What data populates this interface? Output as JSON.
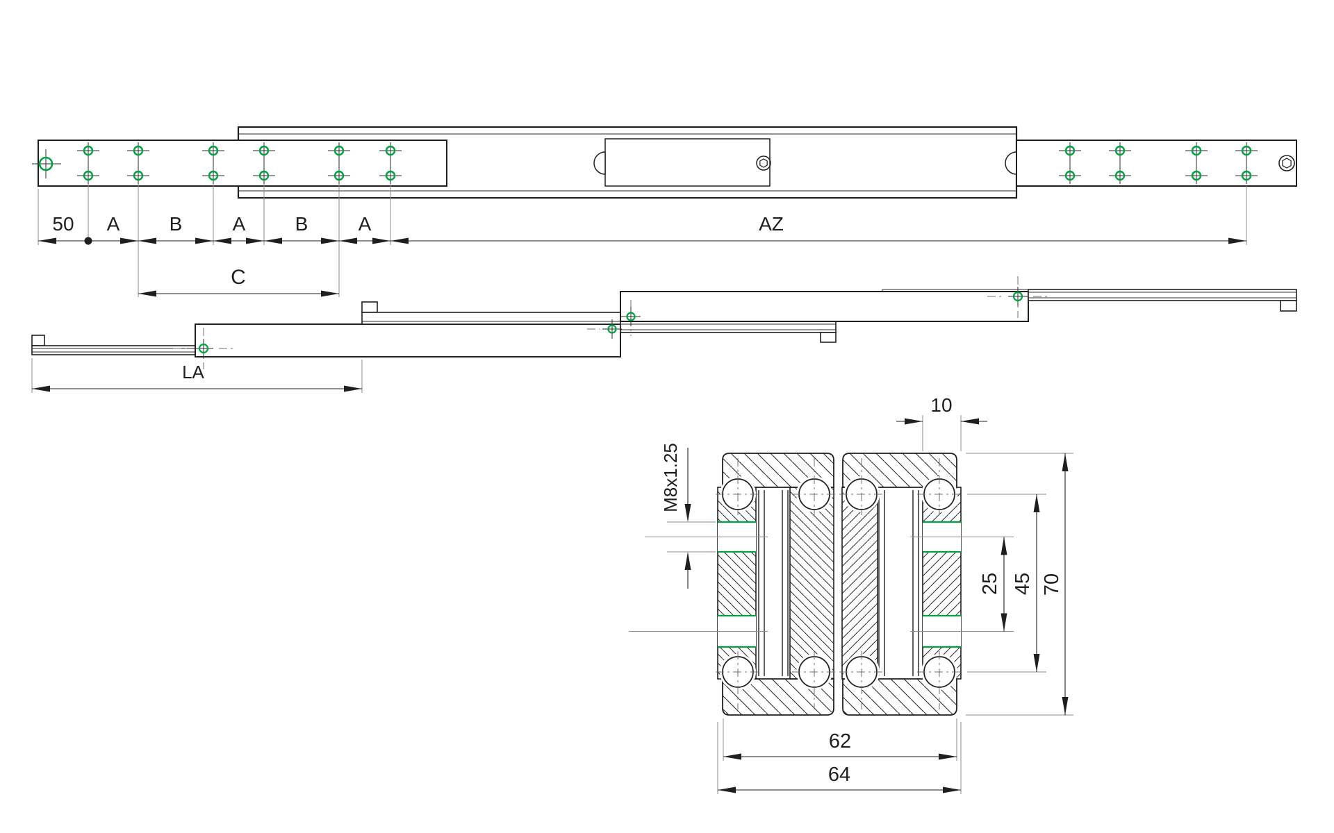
{
  "meta": {
    "description": "Engineering drawing of a multi-member telescopic slide rail: closed plan view with mounting-hole pitch dimensions, fully extended side view, and hatched cross-section with thread and size dimensions"
  },
  "colors": {
    "ink": "#1f1f1f",
    "accent_green": "#00a13f",
    "faint_line": "#8b8b8b"
  },
  "top_view": {
    "chain": [
      "50",
      "A",
      "B",
      "A",
      "B",
      "A"
    ],
    "overall_dim": "AZ",
    "c_dim": "C"
  },
  "extended_view": {
    "length_dim": "LA"
  },
  "section_view": {
    "plate_width_dim": "10",
    "thread_spec": "M8x1.25",
    "hole_pitch_dim": "25",
    "raceway_pitch_dim": "45",
    "height_dim": "70",
    "body_width_dim": "62",
    "overall_width_dim": "64"
  }
}
